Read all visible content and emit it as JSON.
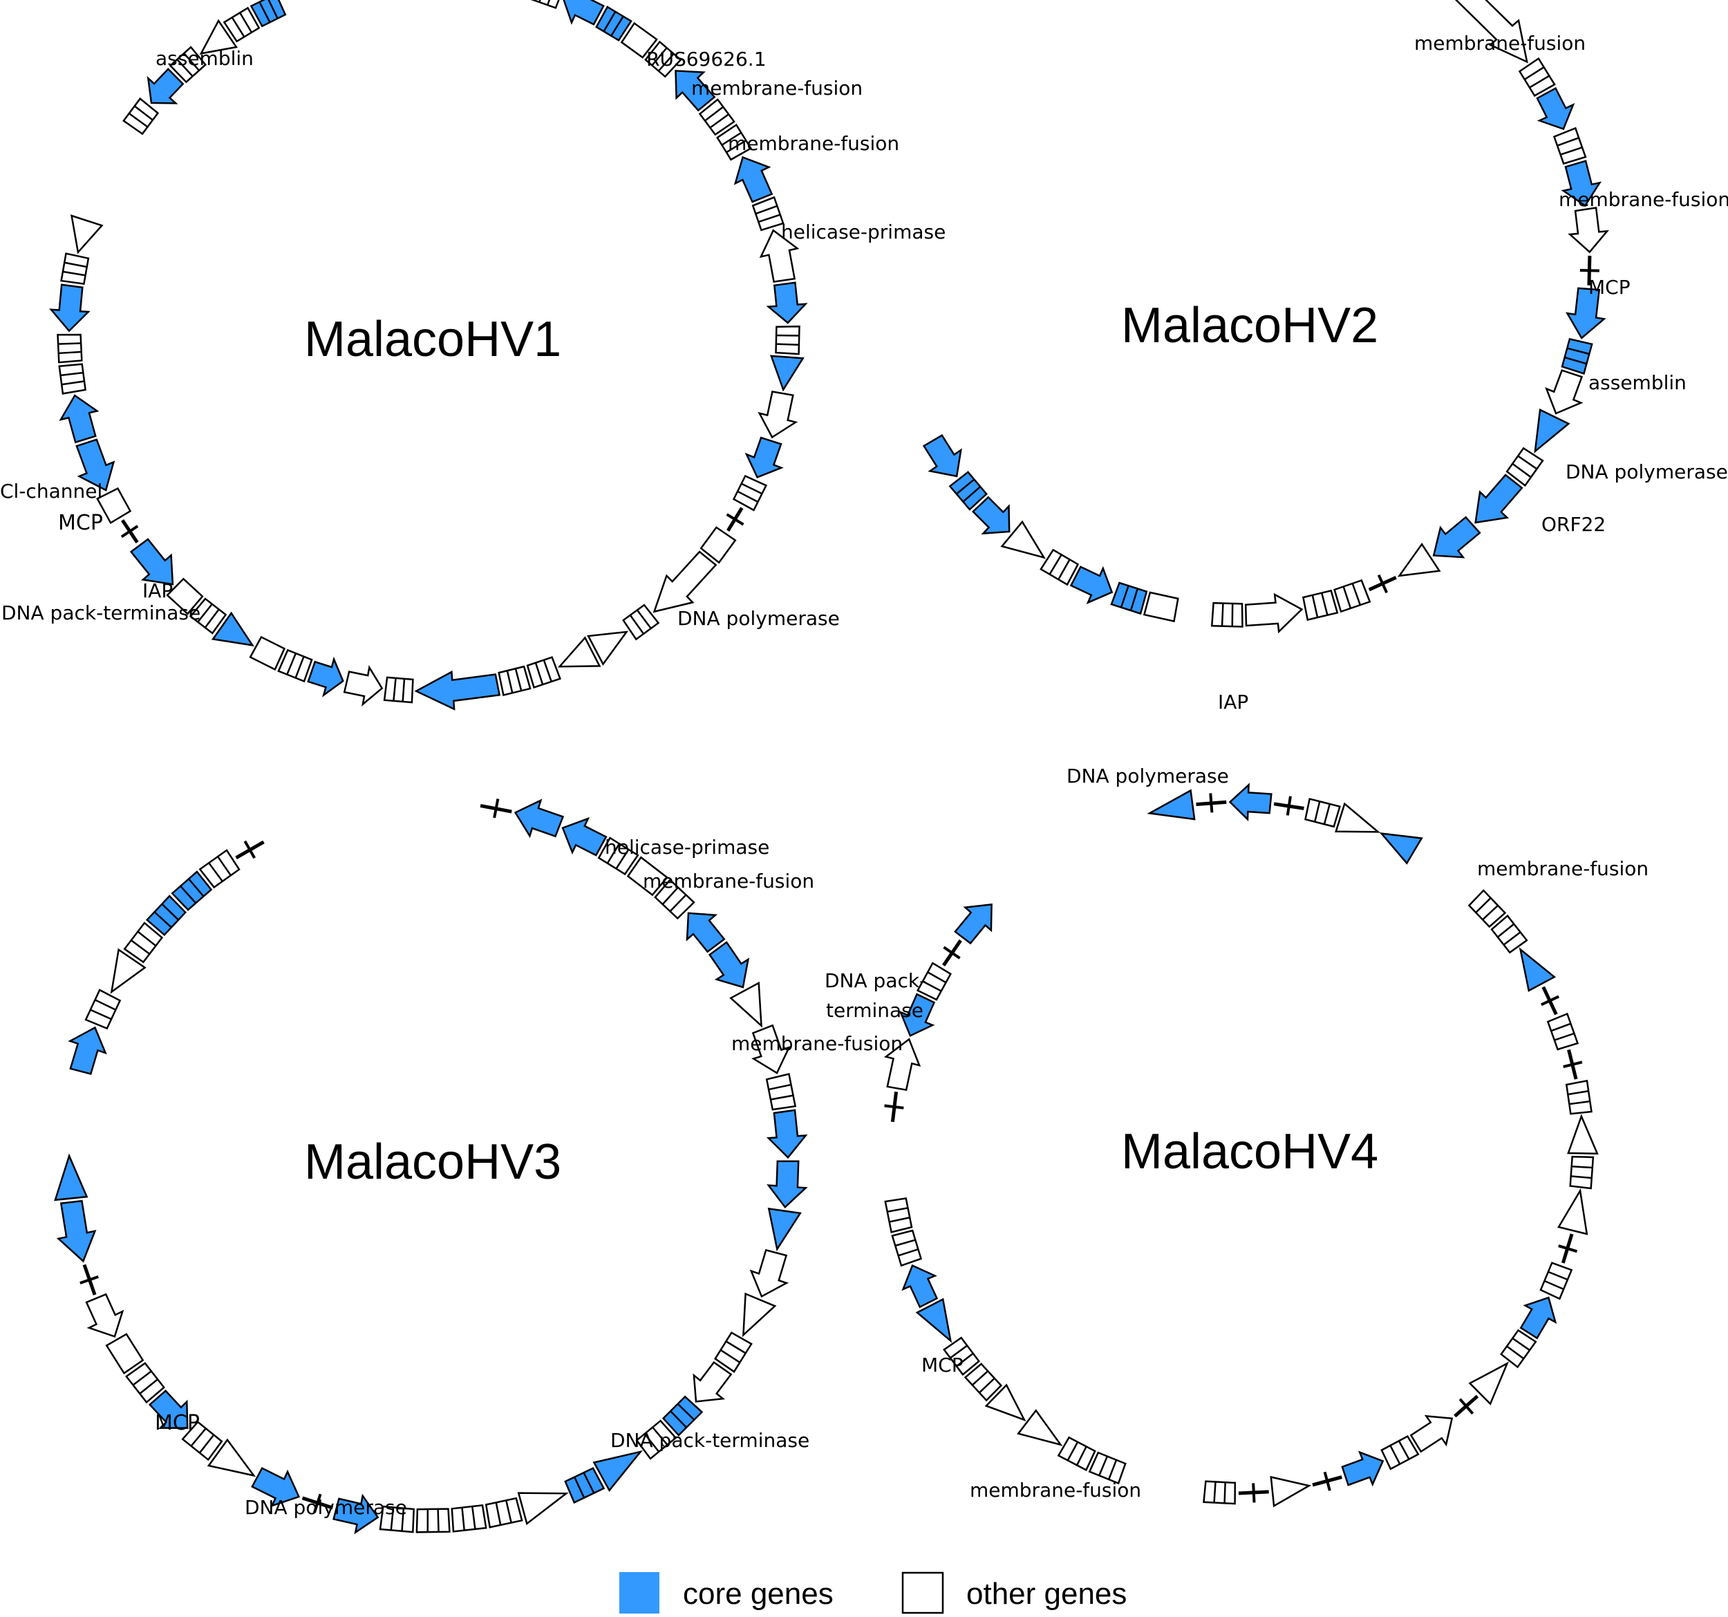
{
  "colors": {
    "core": "#3399ff",
    "other": "#ffffff",
    "stroke": "#000000"
  },
  "genomes": [
    {
      "id": "hv1",
      "title": "MalacoHV1",
      "labels": [
        {
          "text": "assemblin"
        },
        {
          "text": "RUS69626.1"
        },
        {
          "text": "membrane-fusion"
        },
        {
          "text": "membrane-fusion"
        },
        {
          "text": "helicase-primase"
        },
        {
          "text": "Cl-channel"
        },
        {
          "text": "MCP"
        },
        {
          "text": "IAP"
        },
        {
          "text": "DNA pack-terminase"
        },
        {
          "text": "DNA polymerase"
        }
      ]
    },
    {
      "id": "hv2",
      "title": "MalacoHV2",
      "labels": [
        {
          "text": "membrane-fusion"
        },
        {
          "text": "membrane-fusion"
        },
        {
          "text": "MCP"
        },
        {
          "text": "assemblin"
        },
        {
          "text": "DNA polymerase"
        },
        {
          "text": "ORF22"
        },
        {
          "text": "IAP"
        }
      ]
    },
    {
      "id": "hv3",
      "title": "MalacoHV3",
      "labels": [
        {
          "text": "helicase-primase"
        },
        {
          "text": "membrane-fusion"
        },
        {
          "text": "membrane-fusion"
        },
        {
          "text": "DNA pack-terminase"
        },
        {
          "text": "MCP"
        },
        {
          "text": "DNA polymerase"
        }
      ]
    },
    {
      "id": "hv4",
      "title": "MalacoHV4",
      "labels": [
        {
          "text": "DNA polymerase"
        },
        {
          "text": "membrane-fusion"
        },
        {
          "text": "DNA pack-"
        },
        {
          "text": "terminase"
        },
        {
          "text": "MCP"
        },
        {
          "text": "membrane-fusion"
        }
      ]
    }
  ],
  "legend": {
    "core_label": "core genes",
    "other_label": "other genes"
  }
}
